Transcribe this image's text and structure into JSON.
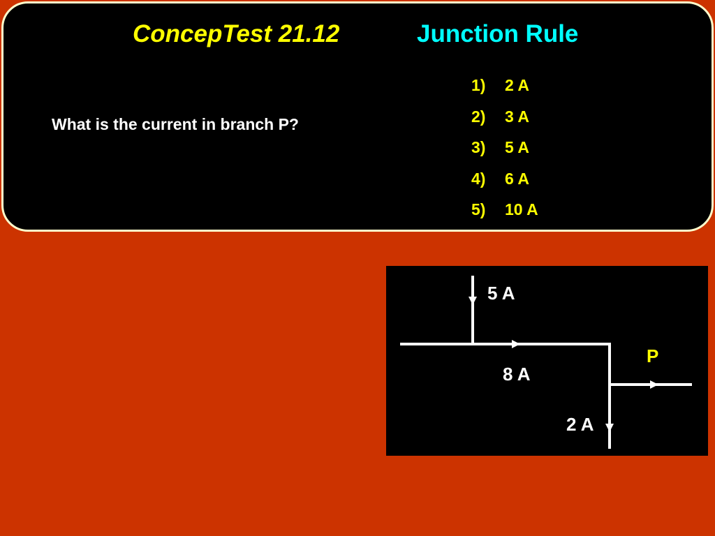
{
  "slide": {
    "title_left": "ConcepTest 21.12",
    "title_right": "Junction Rule",
    "question": "What is the current in branch P?",
    "answers": [
      {
        "num": "1)",
        "text": "2 A"
      },
      {
        "num": "2)",
        "text": "3 A"
      },
      {
        "num": "3)",
        "text": "5 A"
      },
      {
        "num": "4)",
        "text": "6 A"
      },
      {
        "num": "5)",
        "text": "10 A"
      }
    ]
  },
  "diagram": {
    "label_top": "5 A",
    "label_middle": "8 A",
    "label_bottom": "2 A",
    "label_branch": "P"
  },
  "colors": {
    "background": "#cc3300",
    "panel": "#000000",
    "panel_border": "#ffffcc",
    "title_left": "#ffff00",
    "title_right": "#00ffff",
    "answers": "#ffff00",
    "question": "#ffffff",
    "wire": "#ffffff",
    "branch_label": "#ffff00"
  }
}
